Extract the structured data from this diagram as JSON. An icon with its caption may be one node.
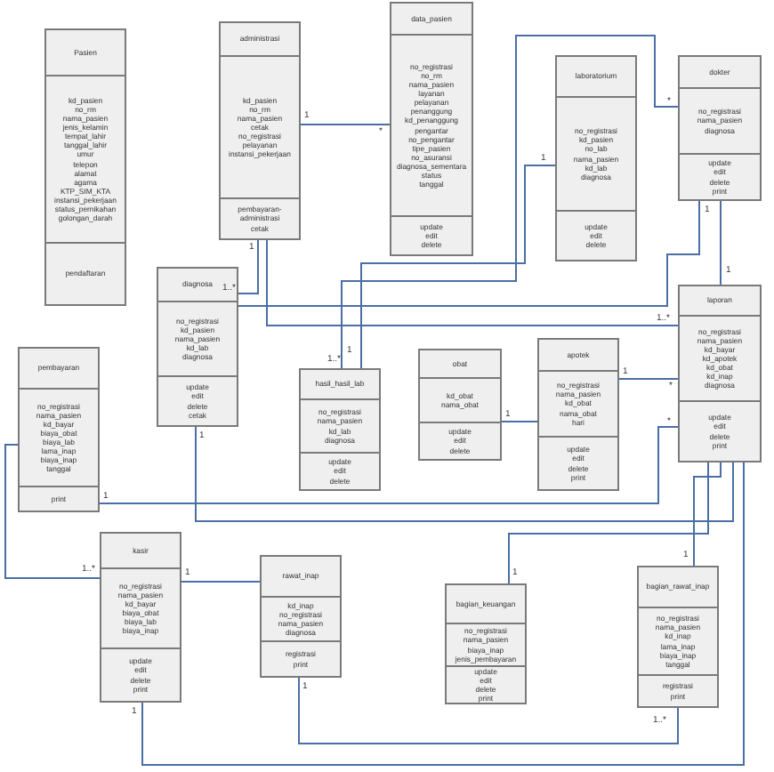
{
  "diagram": {
    "nodes": [
      {
        "text": [
          "Pasien",
          "kd_pasien no_rm nama_pasien jenis_kelamin tempat_lahir tanggal_lahir umur telepon alamat agama KTP_SIM_KTA instansi_pekerjaan status_pernikahan golongan_darah",
          "pendaftaran"
        ]
      },
      {
        "text": [
          "administrasi",
          "kd_pasien no_rm nama_pasien cetak no_registrasi pelayanan instansi_pekerjaan",
          "pembayaran-administrasi cetak"
        ]
      },
      {
        "text": [
          "data_pasien",
          "no_registrasi no_rm nama_pasien layanan pelayanan penanggung kd_penanggung pengantar no_pengantar tipe_pasien no_asuransi diagnosa_sementara status tanggal",
          "update edit delete"
        ]
      },
      {
        "text": [
          "laboratorium",
          "no_registrasi kd_pasien no_lab nama_pasien kd_lab diagnosa",
          "update edit delete"
        ]
      },
      {
        "text": [
          "dokter",
          "no_registrasi nama_pasien diagnosa",
          "update edit delete print"
        ]
      },
      {
        "text": [
          "diagnosa",
          "no_registrasi kd_pasien nama_pasien kd_lab diagnosa",
          "update edit delete cetak"
        ]
      },
      {
        "text": [
          "pembayaran",
          "no_registrasi nama_pasien kd_bayar biaya_obat biaya_lab lama_inap biaya_inap tanggal",
          "print"
        ]
      },
      {
        "text": [
          "hasil_hasil_lab",
          "no_registrasi nama_pasien kd_lab diagnosa",
          "update edit delete"
        ]
      },
      {
        "text": [
          "obat",
          "kd_obat nama_obat",
          "update edit delete"
        ]
      },
      {
        "text": [
          "apotek",
          "no_registrasi nama_pasien kd_obat nama_obat hari",
          "update edit delete print"
        ]
      },
      {
        "text": [
          "laporan",
          "no_registrasi nama_pasien kd_bayar kd_apotek kd_obat kd_inap diagnosa",
          "update edit delete print"
        ]
      },
      {
        "text": [
          "kasir",
          "no_registrasi nama_pasien kd_bayar biaya_obat biaya_lab biaya_inap",
          "update edit delete print"
        ]
      },
      {
        "text": [
          "rawat_inap",
          "kd_inap no_registrasi nama_pasien diagnosa",
          "registrasi print"
        ]
      },
      {
        "text": [
          "bagian_keuangan",
          "no_registrasi nama_pasien biaya_inap jenis_pembayaran",
          "update edit delete print"
        ]
      },
      {
        "text": [
          "bagian_rawat_inap",
          "no_registrasi nama_pasien kd_inap lama_inap biaya_inap tanggal",
          "registrasi print"
        ]
      }
    ],
    "edges": [
      {
        "from": 1,
        "to": 2,
        "arrow": "none"
      },
      {
        "from": 1,
        "to": 5,
        "arrow": "none"
      },
      {
        "from": 1,
        "to": 10,
        "arrow": "none"
      },
      {
        "from": 7,
        "to": 3,
        "arrow": "none"
      },
      {
        "from": 7,
        "to": 4,
        "arrow": "none"
      },
      {
        "from": 4,
        "to": 5,
        "arrow": "none"
      },
      {
        "from": 4,
        "to": 10,
        "arrow": "none"
      },
      {
        "from": 9,
        "to": 10,
        "arrow": "none"
      },
      {
        "from": 8,
        "to": 9,
        "arrow": "none"
      },
      {
        "from": 6,
        "to": 10,
        "arrow": "none"
      },
      {
        "from": 5,
        "to": 10,
        "arrow": "none"
      },
      {
        "from": 6,
        "to": 11,
        "arrow": "none"
      },
      {
        "from": 11,
        "to": 12,
        "arrow": "none"
      },
      {
        "from": 12,
        "to": 14,
        "arrow": "none"
      },
      {
        "from": 11,
        "to": 10,
        "arrow": "none"
      },
      {
        "from": 13,
        "to": 10,
        "arrow": "none"
      },
      {
        "from": 14,
        "to": 10,
        "arrow": "none"
      }
    ],
    "labels": [
      "1",
      "*",
      "1",
      "1..*",
      "1",
      "1..*",
      "1",
      "*",
      "1",
      "1",
      "1..*",
      "1",
      "*",
      "1",
      "*",
      "1",
      "1",
      "1..*",
      "1",
      "1",
      "1",
      "1..*",
      "1",
      "1"
    ]
  }
}
